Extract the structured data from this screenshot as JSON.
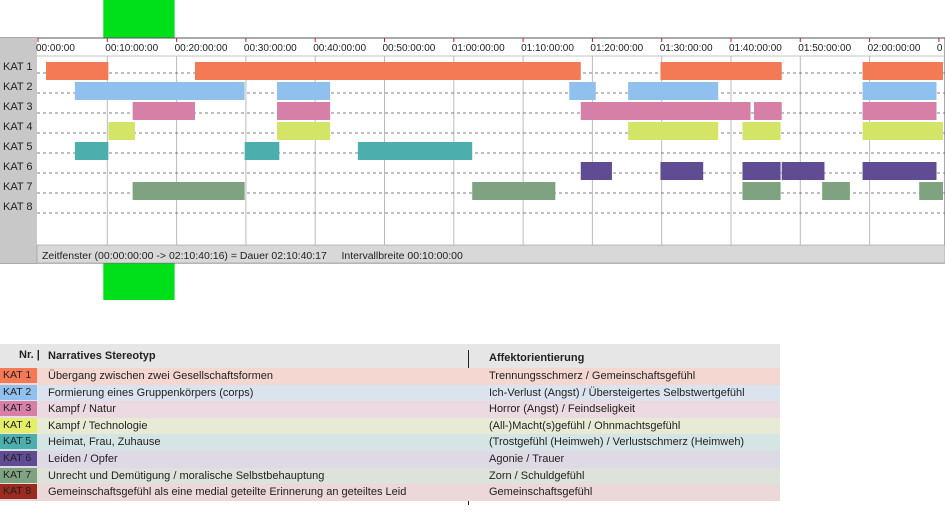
{
  "chart_data": {
    "type": "timeline",
    "x_unit": "hh:mm:ss",
    "x_range": [
      "00:00:00",
      "02:10:40"
    ],
    "ticks": [
      "00:00:00",
      "00:10:00:00",
      "00:20:00:00",
      "00:30:00:00",
      "00:40:00:00",
      "00:50:00:00",
      "01:00:00:00",
      "01:10:00:00",
      "01:20:00:00",
      "01:30:00:00",
      "01:40:00:00",
      "01:50:00:00",
      "02:00:00:00",
      "0"
    ],
    "rows": [
      "KAT 1",
      "KAT 2",
      "KAT 3",
      "KAT 4",
      "KAT 5",
      "KAT 6",
      "KAT 7",
      "KAT 8"
    ],
    "colors": [
      "#f47955",
      "#90c0ee",
      "#d680a8",
      "#d4e466",
      "#4daeae",
      "#604c92",
      "#7fa381",
      "#9b2a1f"
    ],
    "segments": [
      [
        [
          "00:00:00",
          "00:09:00"
        ],
        [
          "00:21:30",
          "01:17:10"
        ],
        [
          "01:28:40",
          "01:46:10"
        ],
        [
          "01:57:50",
          "02:10:40"
        ]
      ],
      [
        [
          "00:04:10",
          "00:28:40"
        ],
        [
          "00:33:20",
          "00:41:00"
        ],
        [
          "01:15:30",
          "01:19:20"
        ],
        [
          "01:24:00",
          "01:37:00"
        ],
        [
          "01:57:50",
          "02:08:30"
        ]
      ],
      [
        [
          "00:12:30",
          "00:21:30"
        ],
        [
          "00:33:20",
          "00:41:00"
        ],
        [
          "01:17:10",
          "01:41:40"
        ],
        [
          "01:42:10",
          "01:46:10"
        ],
        [
          "01:57:50",
          "02:08:30"
        ]
      ],
      [
        [
          "00:09:00",
          "00:12:50"
        ],
        [
          "00:33:20",
          "00:41:00"
        ],
        [
          "01:24:00",
          "01:37:00"
        ],
        [
          "01:40:30",
          "01:46:00"
        ],
        [
          "01:57:50",
          "02:10:40"
        ]
      ],
      [
        [
          "00:04:10",
          "00:09:00"
        ],
        [
          "00:28:40",
          "00:33:40"
        ],
        [
          "00:45:00",
          "01:01:30"
        ]
      ],
      [
        [
          "01:17:10",
          "01:21:40"
        ],
        [
          "01:28:40",
          "01:34:50"
        ],
        [
          "01:40:30",
          "01:46:00"
        ],
        [
          "01:46:10",
          "01:52:20"
        ],
        [
          "01:57:50",
          "02:08:30"
        ]
      ],
      [
        [
          "00:12:30",
          "00:28:40"
        ],
        [
          "01:01:30",
          "01:13:30"
        ],
        [
          "01:40:30",
          "01:46:00"
        ],
        [
          "01:52:00",
          "01:56:00"
        ],
        [
          "02:06:00",
          "02:10:40"
        ]
      ],
      []
    ],
    "footer": "Zeitfenster (00:00:00:00 -> 02:10:40:16) = Dauer 02:10:40:17     Intervallbreite 00:10:00:00",
    "highlight": [
      "00:10:00",
      "00:20:00"
    ]
  },
  "legend": {
    "header": {
      "nr": "Nr. |",
      "col2": "Narratives Stereotyp",
      "col3": "Affektorientierung"
    },
    "rows": [
      {
        "nr": "KAT 1",
        "stereotyp": "Übergang zwischen zwei Gesellschaftsformen",
        "affekt": "Trennungsschmerz / Gemeinschaftsgefühl",
        "bg": "#f4d7d1",
        "chip": "#f47955"
      },
      {
        "nr": "KAT 2",
        "stereotyp": "Formierung eines Gruppenkörpers (corps)",
        "affekt": "Ich-Verlust (Angst) / Übersteigertes Selbstwertgefühl",
        "bg": "#dbe3ee",
        "chip": "#90c0ee"
      },
      {
        "nr": "KAT 3",
        "stereotyp": "Kampf / Natur",
        "affekt": "Horror (Angst) / Feindseligkeit",
        "bg": "#ecd9e1",
        "chip": "#d680a8"
      },
      {
        "nr": "KAT 4",
        "stereotyp": "Kampf / Technologie",
        "affekt": "(All-)Macht(s)gefühl / Ohnmachtsgefühl",
        "bg": "#e7ebd5",
        "chip": "#e4ee68"
      },
      {
        "nr": "KAT 5",
        "stereotyp": "Heimat, Frau, Zuhause",
        "affekt": "(Trostgefühl (Heimweh) / Verlustschmerz (Heimweh)",
        "bg": "#d5e5e3",
        "chip": "#4daeae"
      },
      {
        "nr": "KAT 6",
        "stereotyp": "Leiden / Opfer",
        "affekt": "Agonie / Trauer",
        "bg": "#dedae5",
        "chip": "#604c92"
      },
      {
        "nr": "KAT 7",
        "stereotyp": "Unrecht und Demütigung / moralische Selbstbehauptung",
        "affekt": "Zorn / Schuldgefühl",
        "bg": "#dde3db",
        "chip": "#7fa381"
      },
      {
        "nr": "KAT 8",
        "stereotyp": "Gemeinschaftsgefühl als eine medial geteilte Erinnerung an geteiltes Leid",
        "affekt": "Gemeinschaftsgefühl",
        "bg": "#ecd7d9",
        "chip": "#9b2a1f"
      }
    ]
  }
}
